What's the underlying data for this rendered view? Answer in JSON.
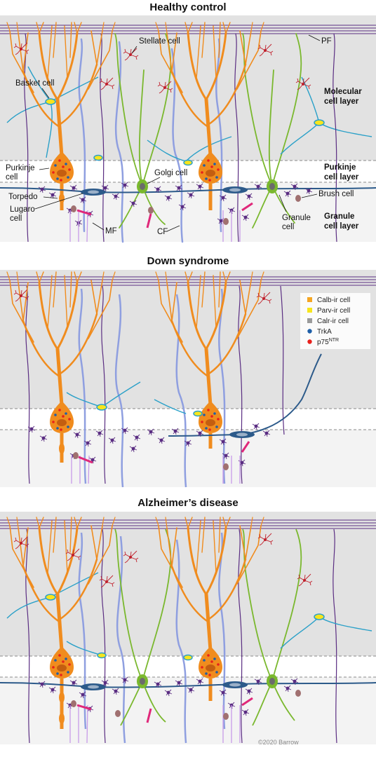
{
  "panels": [
    {
      "id": "healthy",
      "title": "Healthy control",
      "labels": {
        "pf": "PF",
        "stellate": "Stellate cell",
        "basket": "Basket cell",
        "purkinje": "Purkinje\ncell",
        "golgi": "Golgi cell",
        "torpedo": "Torpedo",
        "lugaro": "Lugaro\ncell",
        "mf": "MF",
        "cf": "CF",
        "brush": "Brush cell",
        "granule": "Granule\ncell"
      },
      "layers": {
        "molecular": "Molecular\ncell layer",
        "purkinje": "Purkinje\ncell layer",
        "granule": "Granule\ncell layer"
      }
    },
    {
      "id": "down",
      "title": "Down syndrome"
    },
    {
      "id": "alzheimer",
      "title": "Alzheimer’s disease",
      "credit": "©2020 Barrow"
    }
  ],
  "legend": [
    {
      "label": "Calb-ir cell",
      "color": "#f5a623",
      "shape": "square"
    },
    {
      "label": "Parv-ir cell",
      "color": "#f7e51d",
      "shape": "square"
    },
    {
      "label": "Calr-ir cell",
      "color": "#9b9b9b",
      "shape": "square"
    },
    {
      "label": "TrkA",
      "color": "#1f5fa8",
      "shape": "circle"
    },
    {
      "label": "p75",
      "sup": "NTR",
      "color": "#e8201c",
      "shape": "circle"
    }
  ],
  "colors": {
    "purkinje": "#f08c1e",
    "basket": "#2aa0c8",
    "golgi_lugaro": "#2c5a8a",
    "granule": "#7ab82e",
    "cf": "#8f9fe0",
    "mf": "#c89be8",
    "pf": "#5a2d82",
    "stellate": "#c0202c",
    "granule_cells": "#5a2d82",
    "brush": "#e0287a"
  }
}
